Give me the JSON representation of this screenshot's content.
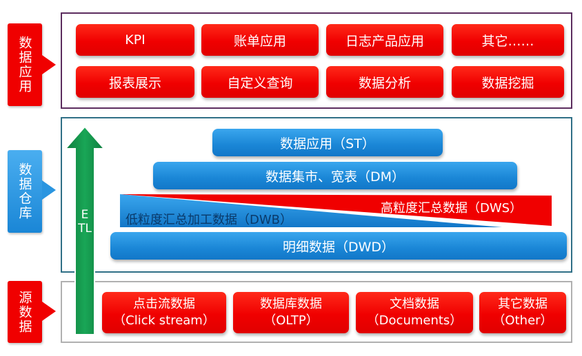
{
  "sections": {
    "app_label": "数据应用",
    "dw_label": "数据仓库",
    "src_label": "源数据"
  },
  "app_layer": {
    "row1": [
      "KPI",
      "账单应用",
      "日志产品应用",
      "其它……"
    ],
    "row2": [
      "报表展示",
      "自定义查询",
      "数据分析",
      "数据挖掘"
    ]
  },
  "dw_layer": {
    "st": "数据应用（ST）",
    "dm": "数据集市、宽表（DM）",
    "dws": "高粒度汇总数据（DWS）",
    "dwb": "低粒度汇总加工数据（DWB）",
    "dwd": "明细数据（DWD）"
  },
  "etl": "ETL",
  "sources": [
    {
      "cn": "点击流数据",
      "en": "（Click stream）"
    },
    {
      "cn": "数据库数据",
      "en": "（OLTP）"
    },
    {
      "cn": "文档数据",
      "en": "（Documents）"
    },
    {
      "cn": "其它数据",
      "en": "（Other）"
    }
  ],
  "colors": {
    "red": "#f00000",
    "blue": "#1a86d6",
    "green": "#12924a",
    "app_frame": "#5b2c5e",
    "dw_frame": "#2f6f86",
    "src_frame": "#b0b0b0"
  }
}
